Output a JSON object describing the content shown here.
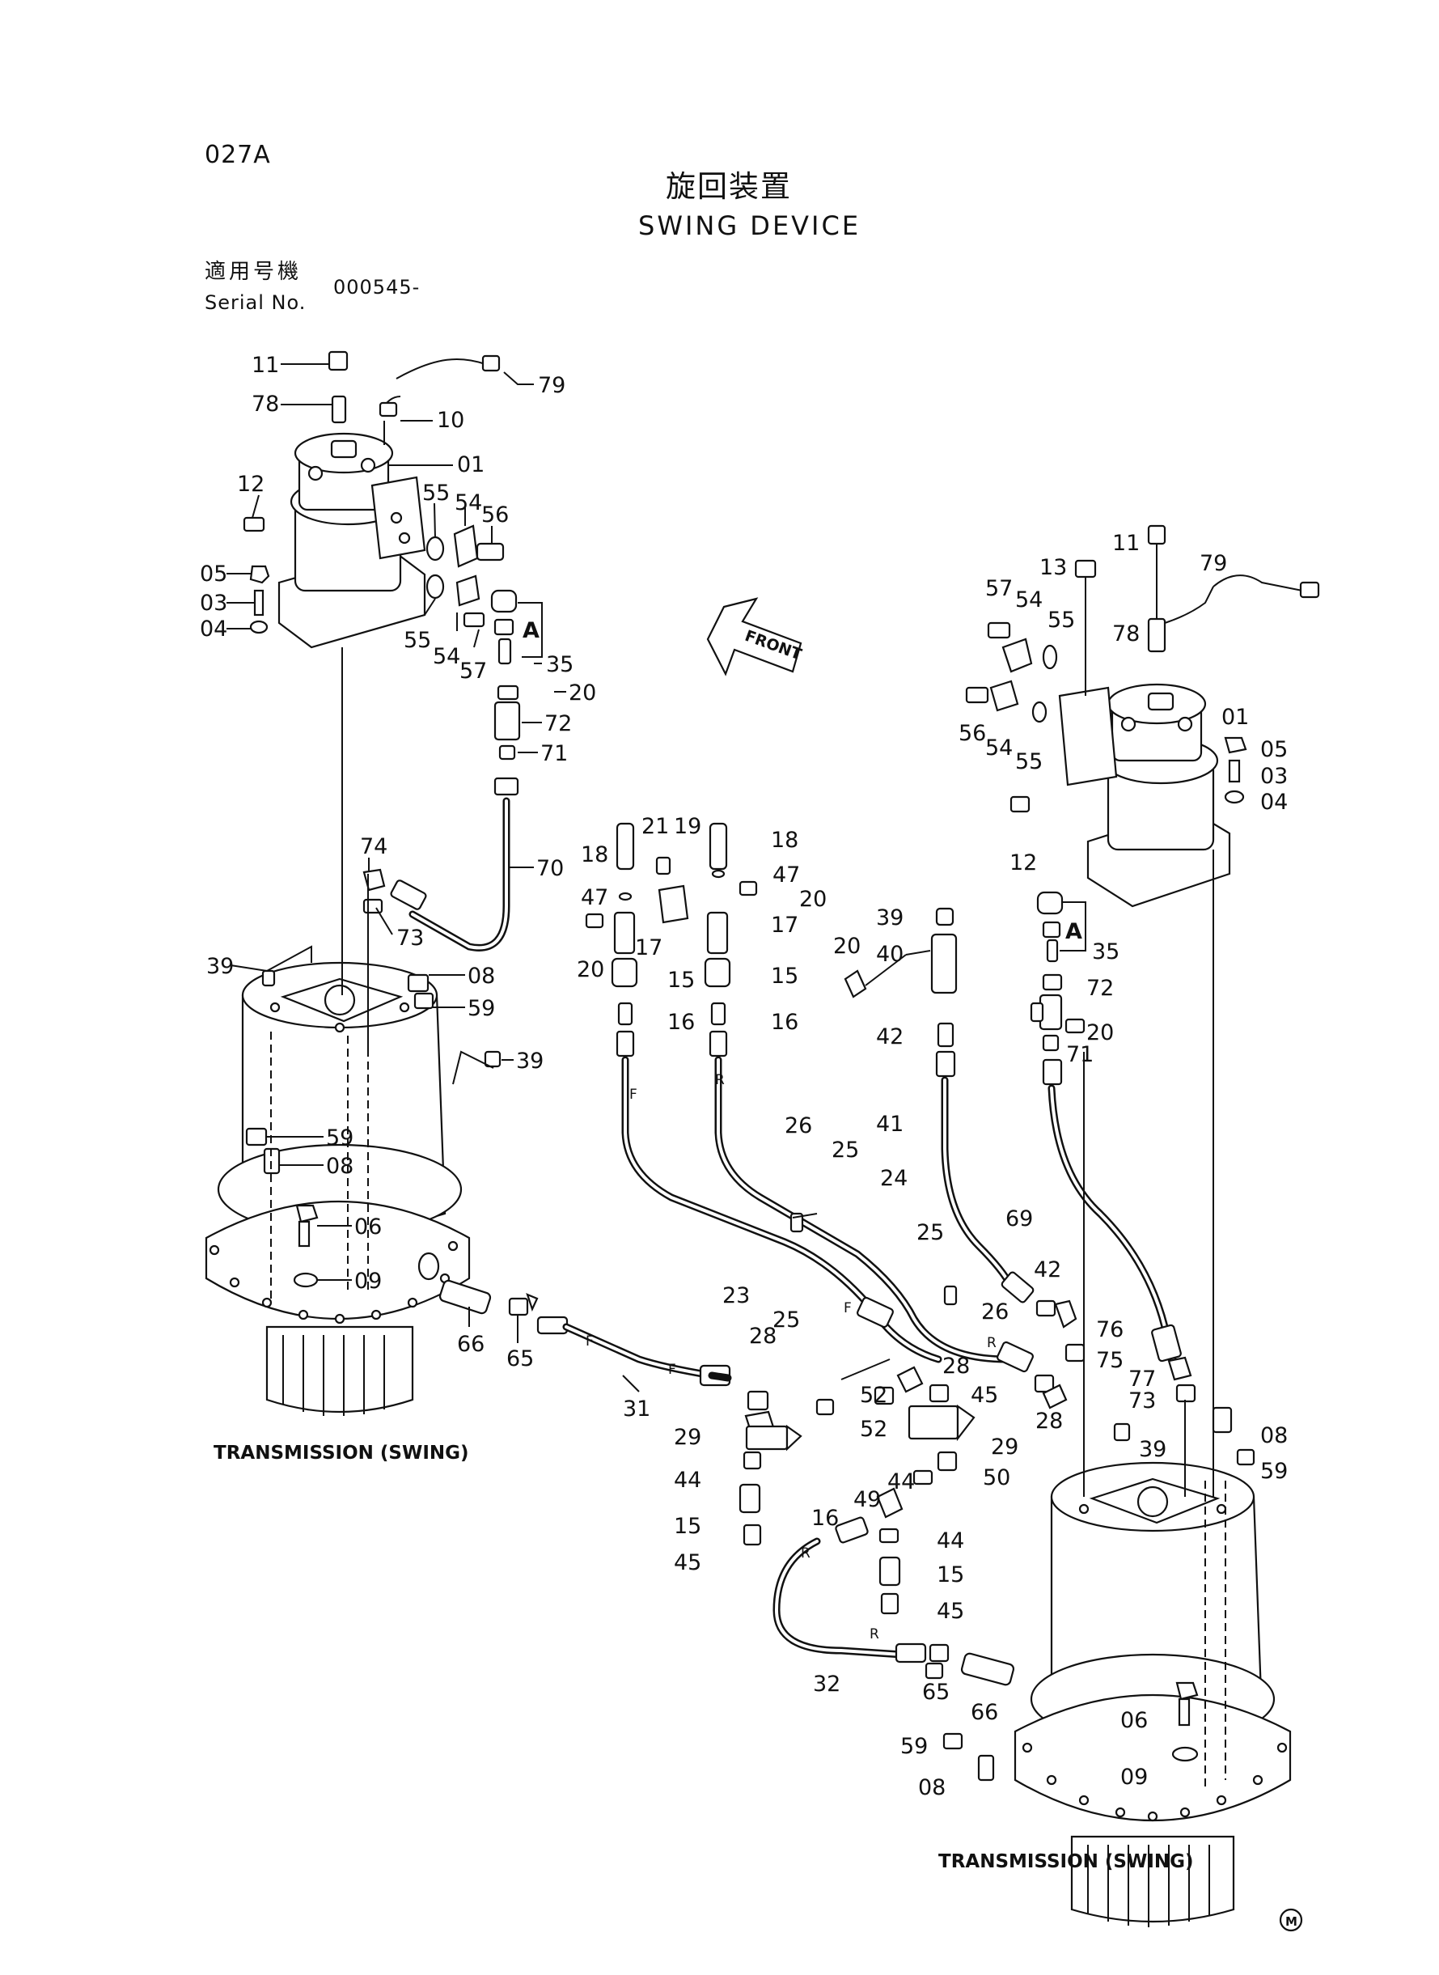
{
  "header": {
    "page_code": "027A",
    "title_jp": "旋回装置",
    "title_en": "SWING DEVICE",
    "serial_label_jp": "適用号機",
    "serial_label_en": "Serial No.",
    "serial_value": "000545-"
  },
  "captions": {
    "transmission_left": "TRANSMISSION (SWING)",
    "transmission_right": "TRANSMISSION (SWING)",
    "front_arrow": "FRONT",
    "group_a": "A"
  },
  "hose_marks": {
    "front": "F",
    "rear": "R"
  },
  "logo_mark": "M",
  "part_numbers": {
    "p01": "01",
    "p03": "03",
    "p04": "04",
    "p05": "05",
    "p06": "06",
    "p08": "08",
    "p09": "09",
    "p10": "10",
    "p11": "11",
    "p12": "12",
    "p13": "13",
    "p15": "15",
    "p16": "16",
    "p17": "17",
    "p18": "18",
    "p19": "19",
    "p20": "20",
    "p21": "21",
    "p23": "23",
    "p24": "24",
    "p25": "25",
    "p26": "26",
    "p28": "28",
    "p29": "29",
    "p31": "31",
    "p32": "32",
    "p35": "35",
    "p39": "39",
    "p40": "40",
    "p41": "41",
    "p42": "42",
    "p44": "44",
    "p45": "45",
    "p47": "47",
    "p49": "49",
    "p50": "50",
    "p52": "52",
    "p54": "54",
    "p55": "55",
    "p56": "56",
    "p57": "57",
    "p59": "59",
    "p65": "65",
    "p66": "66",
    "p69": "69",
    "p70": "70",
    "p71": "71",
    "p72": "72",
    "p73": "73",
    "p74": "74",
    "p75": "75",
    "p76": "76",
    "p77": "77",
    "p78": "78",
    "p79": "79"
  }
}
